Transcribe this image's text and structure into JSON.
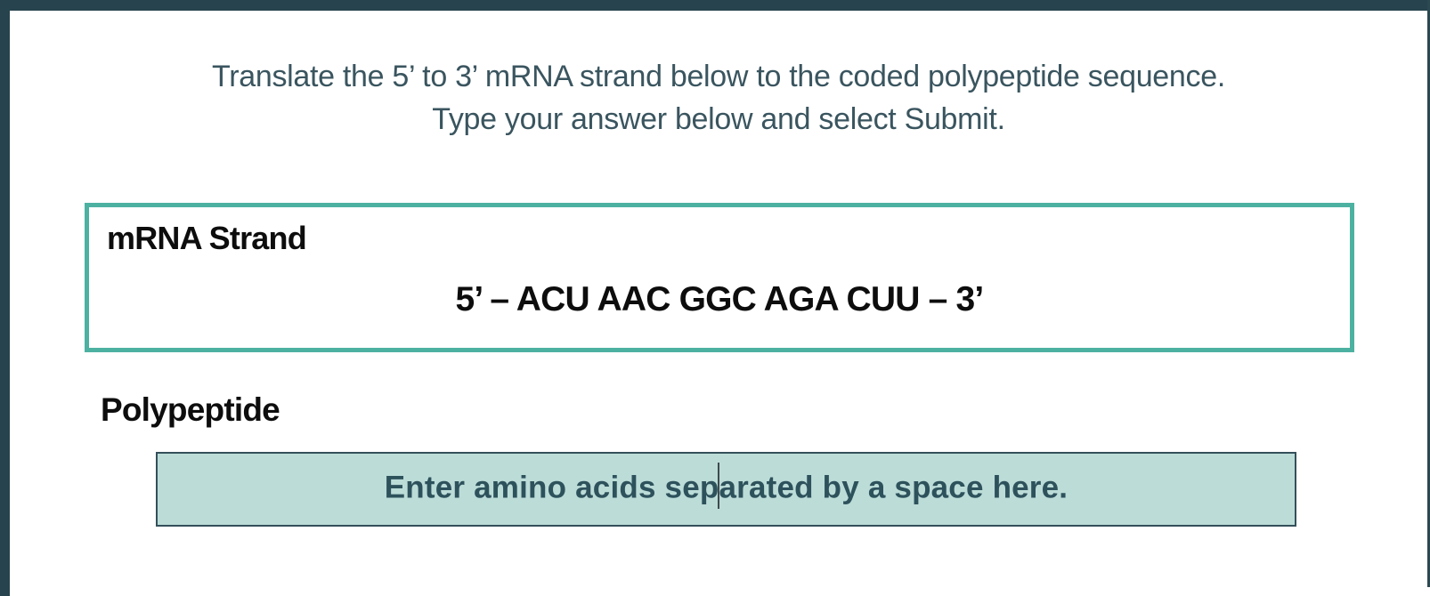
{
  "instructions": {
    "line1": "Translate the 5’ to 3’ mRNA strand below to the coded polypeptide sequence.",
    "line2": "Type your answer below and select Submit."
  },
  "mrna_box": {
    "label": "mRNA Strand",
    "sequence": "5’ – ACU AAC GGC AGA CUU – 3’"
  },
  "polypeptide": {
    "label": "Polypeptide",
    "input_value": "Enter amino acids separated by a space here.",
    "caret_index": 21
  },
  "colors": {
    "frame_border": "#27434d",
    "instruction_text": "#3a555f",
    "mrna_box_border": "#4db1a1",
    "input_fill": "#bcdcd8",
    "input_border": "#33505a",
    "input_text": "#2e525c",
    "label_text": "#0d0d0d"
  }
}
